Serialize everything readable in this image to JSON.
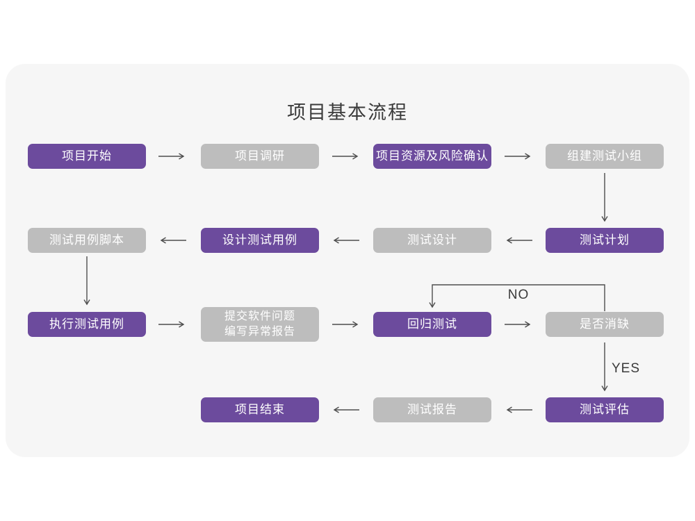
{
  "title": "项目基本流程",
  "colors": {
    "accent": "#6c4b9d",
    "inactive": "#bdbdbd",
    "canvas": "#f6f6f6",
    "arrow": "#4d4d4d",
    "text_on_box": "#ffffff",
    "title_text": "#3a3a3a"
  },
  "nodes": [
    {
      "label": "项目开始",
      "state": "active"
    },
    {
      "label": "项目调研",
      "state": "inactive"
    },
    {
      "label": "项目资源及风险确认",
      "state": "active"
    },
    {
      "label": "组建测试小组",
      "state": "inactive"
    },
    {
      "label": "测试计划",
      "state": "active"
    },
    {
      "label": "测试设计",
      "state": "inactive"
    },
    {
      "label": "设计测试用例",
      "state": "active"
    },
    {
      "label": "测试用例脚本",
      "state": "inactive"
    },
    {
      "label": "执行测试用例",
      "state": "active"
    },
    {
      "label": "提交软件问题\n编写异常报告",
      "state": "inactive"
    },
    {
      "label": "回归测试",
      "state": "active"
    },
    {
      "label": "是否消缺",
      "state": "inactive"
    },
    {
      "label": "测试评估",
      "state": "active"
    },
    {
      "label": "测试报告",
      "state": "inactive"
    },
    {
      "label": "项目结束",
      "state": "active"
    }
  ],
  "edge_labels": {
    "no": "NO",
    "yes": "YES"
  }
}
